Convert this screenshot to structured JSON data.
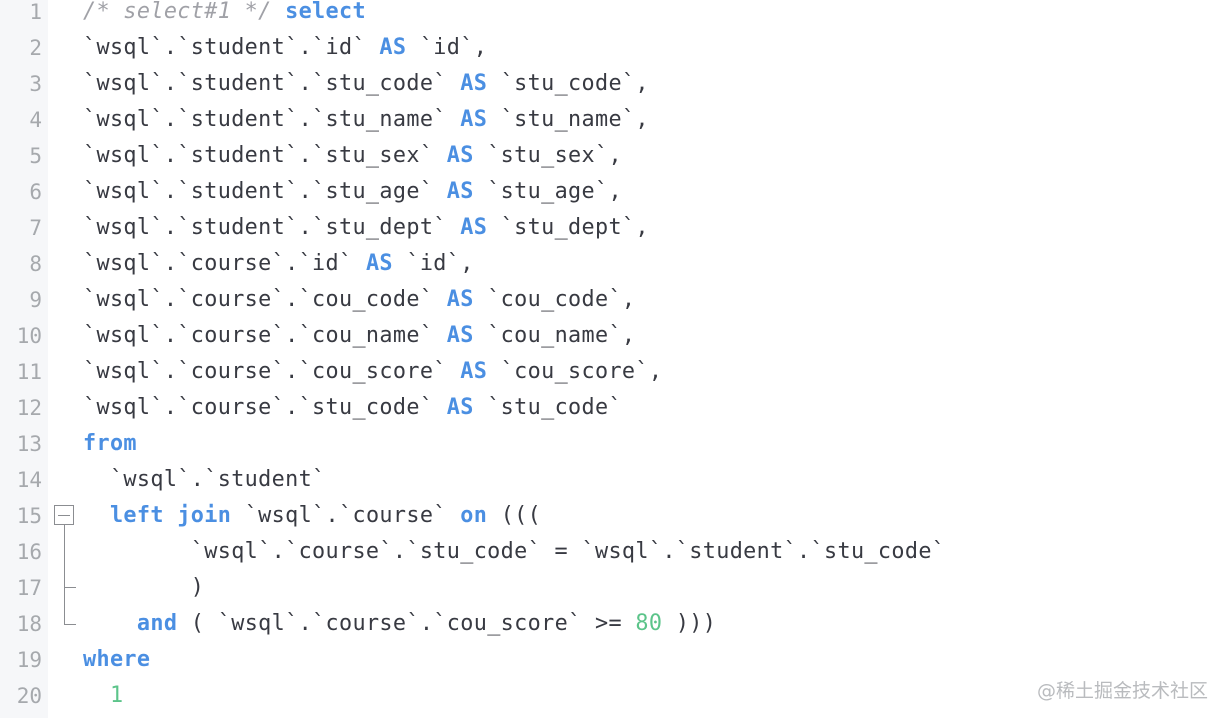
{
  "editor": {
    "lines": [
      {
        "number": "1",
        "tokens": [
          {
            "t": "comment",
            "v": "/* select#1 */"
          },
          {
            "t": "plain",
            "v": " "
          },
          {
            "t": "kw",
            "v": "select"
          }
        ]
      },
      {
        "number": "2",
        "tokens": [
          {
            "t": "plain",
            "v": "`wsql`.`student`.`id` "
          },
          {
            "t": "kw",
            "v": "AS"
          },
          {
            "t": "plain",
            "v": " `id`,"
          }
        ]
      },
      {
        "number": "3",
        "tokens": [
          {
            "t": "plain",
            "v": "`wsql`.`student`.`stu_code` "
          },
          {
            "t": "kw",
            "v": "AS"
          },
          {
            "t": "plain",
            "v": " `stu_code`,"
          }
        ]
      },
      {
        "number": "4",
        "tokens": [
          {
            "t": "plain",
            "v": "`wsql`.`student`.`stu_name` "
          },
          {
            "t": "kw",
            "v": "AS"
          },
          {
            "t": "plain",
            "v": " `stu_name`,"
          }
        ]
      },
      {
        "number": "5",
        "tokens": [
          {
            "t": "plain",
            "v": "`wsql`.`student`.`stu_sex` "
          },
          {
            "t": "kw",
            "v": "AS"
          },
          {
            "t": "plain",
            "v": " `stu_sex`,"
          }
        ]
      },
      {
        "number": "6",
        "tokens": [
          {
            "t": "plain",
            "v": "`wsql`.`student`.`stu_age` "
          },
          {
            "t": "kw",
            "v": "AS"
          },
          {
            "t": "plain",
            "v": " `stu_age`,"
          }
        ]
      },
      {
        "number": "7",
        "tokens": [
          {
            "t": "plain",
            "v": "`wsql`.`student`.`stu_dept` "
          },
          {
            "t": "kw",
            "v": "AS"
          },
          {
            "t": "plain",
            "v": " `stu_dept`,"
          }
        ]
      },
      {
        "number": "8",
        "tokens": [
          {
            "t": "plain",
            "v": "`wsql`.`course`.`id` "
          },
          {
            "t": "kw",
            "v": "AS"
          },
          {
            "t": "plain",
            "v": " `id`,"
          }
        ]
      },
      {
        "number": "9",
        "tokens": [
          {
            "t": "plain",
            "v": "`wsql`.`course`.`cou_code` "
          },
          {
            "t": "kw",
            "v": "AS"
          },
          {
            "t": "plain",
            "v": " `cou_code`,"
          }
        ]
      },
      {
        "number": "10",
        "tokens": [
          {
            "t": "plain",
            "v": "`wsql`.`course`.`cou_name` "
          },
          {
            "t": "kw",
            "v": "AS"
          },
          {
            "t": "plain",
            "v": " `cou_name`,"
          }
        ]
      },
      {
        "number": "11",
        "tokens": [
          {
            "t": "plain",
            "v": "`wsql`.`course`.`cou_score` "
          },
          {
            "t": "kw",
            "v": "AS"
          },
          {
            "t": "plain",
            "v": " `cou_score`,"
          }
        ]
      },
      {
        "number": "12",
        "tokens": [
          {
            "t": "plain",
            "v": "`wsql`.`course`.`stu_code` "
          },
          {
            "t": "kw",
            "v": "AS"
          },
          {
            "t": "plain",
            "v": " `stu_code`"
          }
        ]
      },
      {
        "number": "13",
        "tokens": [
          {
            "t": "kw",
            "v": "from"
          }
        ]
      },
      {
        "number": "14",
        "tokens": [
          {
            "t": "plain",
            "v": "  `wsql`.`student`"
          }
        ]
      },
      {
        "number": "15",
        "tokens": [
          {
            "t": "plain",
            "v": "  "
          },
          {
            "t": "kw",
            "v": "left join"
          },
          {
            "t": "plain",
            "v": " `wsql`.`course` "
          },
          {
            "t": "kw",
            "v": "on"
          },
          {
            "t": "plain",
            "v": " ((("
          }
        ]
      },
      {
        "number": "16",
        "tokens": [
          {
            "t": "plain",
            "v": "        `wsql`.`course`.`stu_code` = `wsql`.`student`.`stu_code`"
          }
        ]
      },
      {
        "number": "17",
        "tokens": [
          {
            "t": "plain",
            "v": "        )"
          }
        ]
      },
      {
        "number": "18",
        "tokens": [
          {
            "t": "plain",
            "v": "    "
          },
          {
            "t": "kw",
            "v": "and"
          },
          {
            "t": "plain",
            "v": " ( `wsql`.`course`.`cou_score` >= "
          },
          {
            "t": "num",
            "v": "80"
          },
          {
            "t": "plain",
            "v": " )))"
          }
        ]
      },
      {
        "number": "19",
        "tokens": [
          {
            "t": "kw",
            "v": "where"
          }
        ]
      },
      {
        "number": "20",
        "tokens": [
          {
            "t": "plain",
            "v": "  "
          },
          {
            "t": "num",
            "v": "1"
          }
        ]
      }
    ],
    "fold_icon": "fold-collapse-icon"
  },
  "watermark": {
    "text": "@稀土掘金技术社区"
  },
  "colors": {
    "keyword": "#4b8fe2",
    "comment": "#a0a1a7",
    "number": "#5cc48a",
    "text": "#383a42",
    "line_number": "#a6a9ad",
    "gutter_bg": "#f6f7f9"
  }
}
